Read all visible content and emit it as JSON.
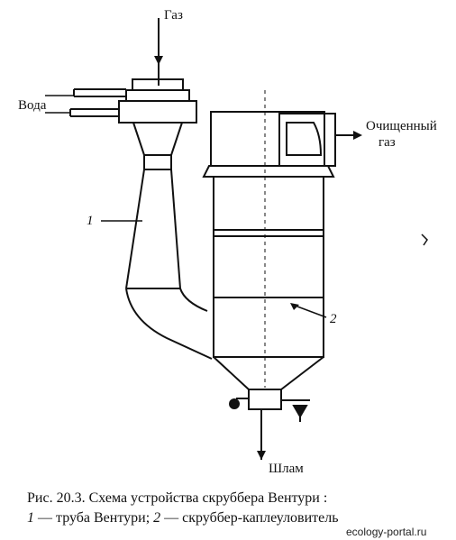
{
  "labels": {
    "gas_in": "Газ",
    "water": "Вода",
    "clean_gas_line1": "Очищенный",
    "clean_gas_line2": "газ",
    "sludge": "Шлам",
    "num_1": "1",
    "num_2": "2"
  },
  "caption": {
    "line1": "Рис. 20.3. Схема устройства скруббера Вентури :",
    "item1_num": "1",
    "item1_text": " — труба Вентури; ",
    "item2_num": "2",
    "item2_text": " — скруббер-каплеуловитель"
  },
  "watermark": "ecology-portal.ru",
  "colors": {
    "ink": "#111111",
    "background": "#ffffff"
  }
}
